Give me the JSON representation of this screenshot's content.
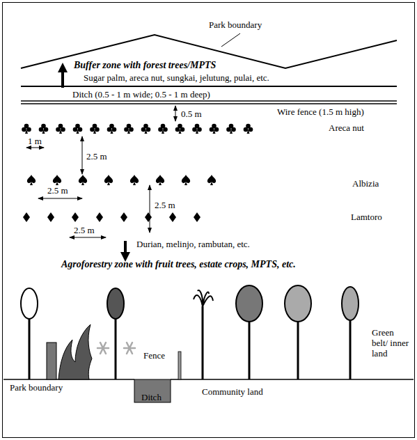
{
  "diagram": {
    "labels": [
      "Park boundary",
      "Buffer zone with forest trees/MPTS",
      "Sugar palm, areca nut, sungkai, jelutung, pulai, etc.",
      "Ditch (0.5 - 1 m wide; 0.5 - 1 m deep)",
      "0.5 m",
      "Wire fence (1.5 m high)",
      "Areca nut",
      "1 m",
      "2.5 m",
      "Albizia",
      "2.5 m",
      "2.5 m",
      "Lamtoro",
      "2.5 m",
      "Durian, melinjo, rambutan, etc.",
      "Agroforestry zone with fruit trees, estate crops, MPTS, etc.",
      "Fence",
      "Green belt/ inner land",
      "Park boundary",
      "Ditch",
      "Community land"
    ]
  }
}
